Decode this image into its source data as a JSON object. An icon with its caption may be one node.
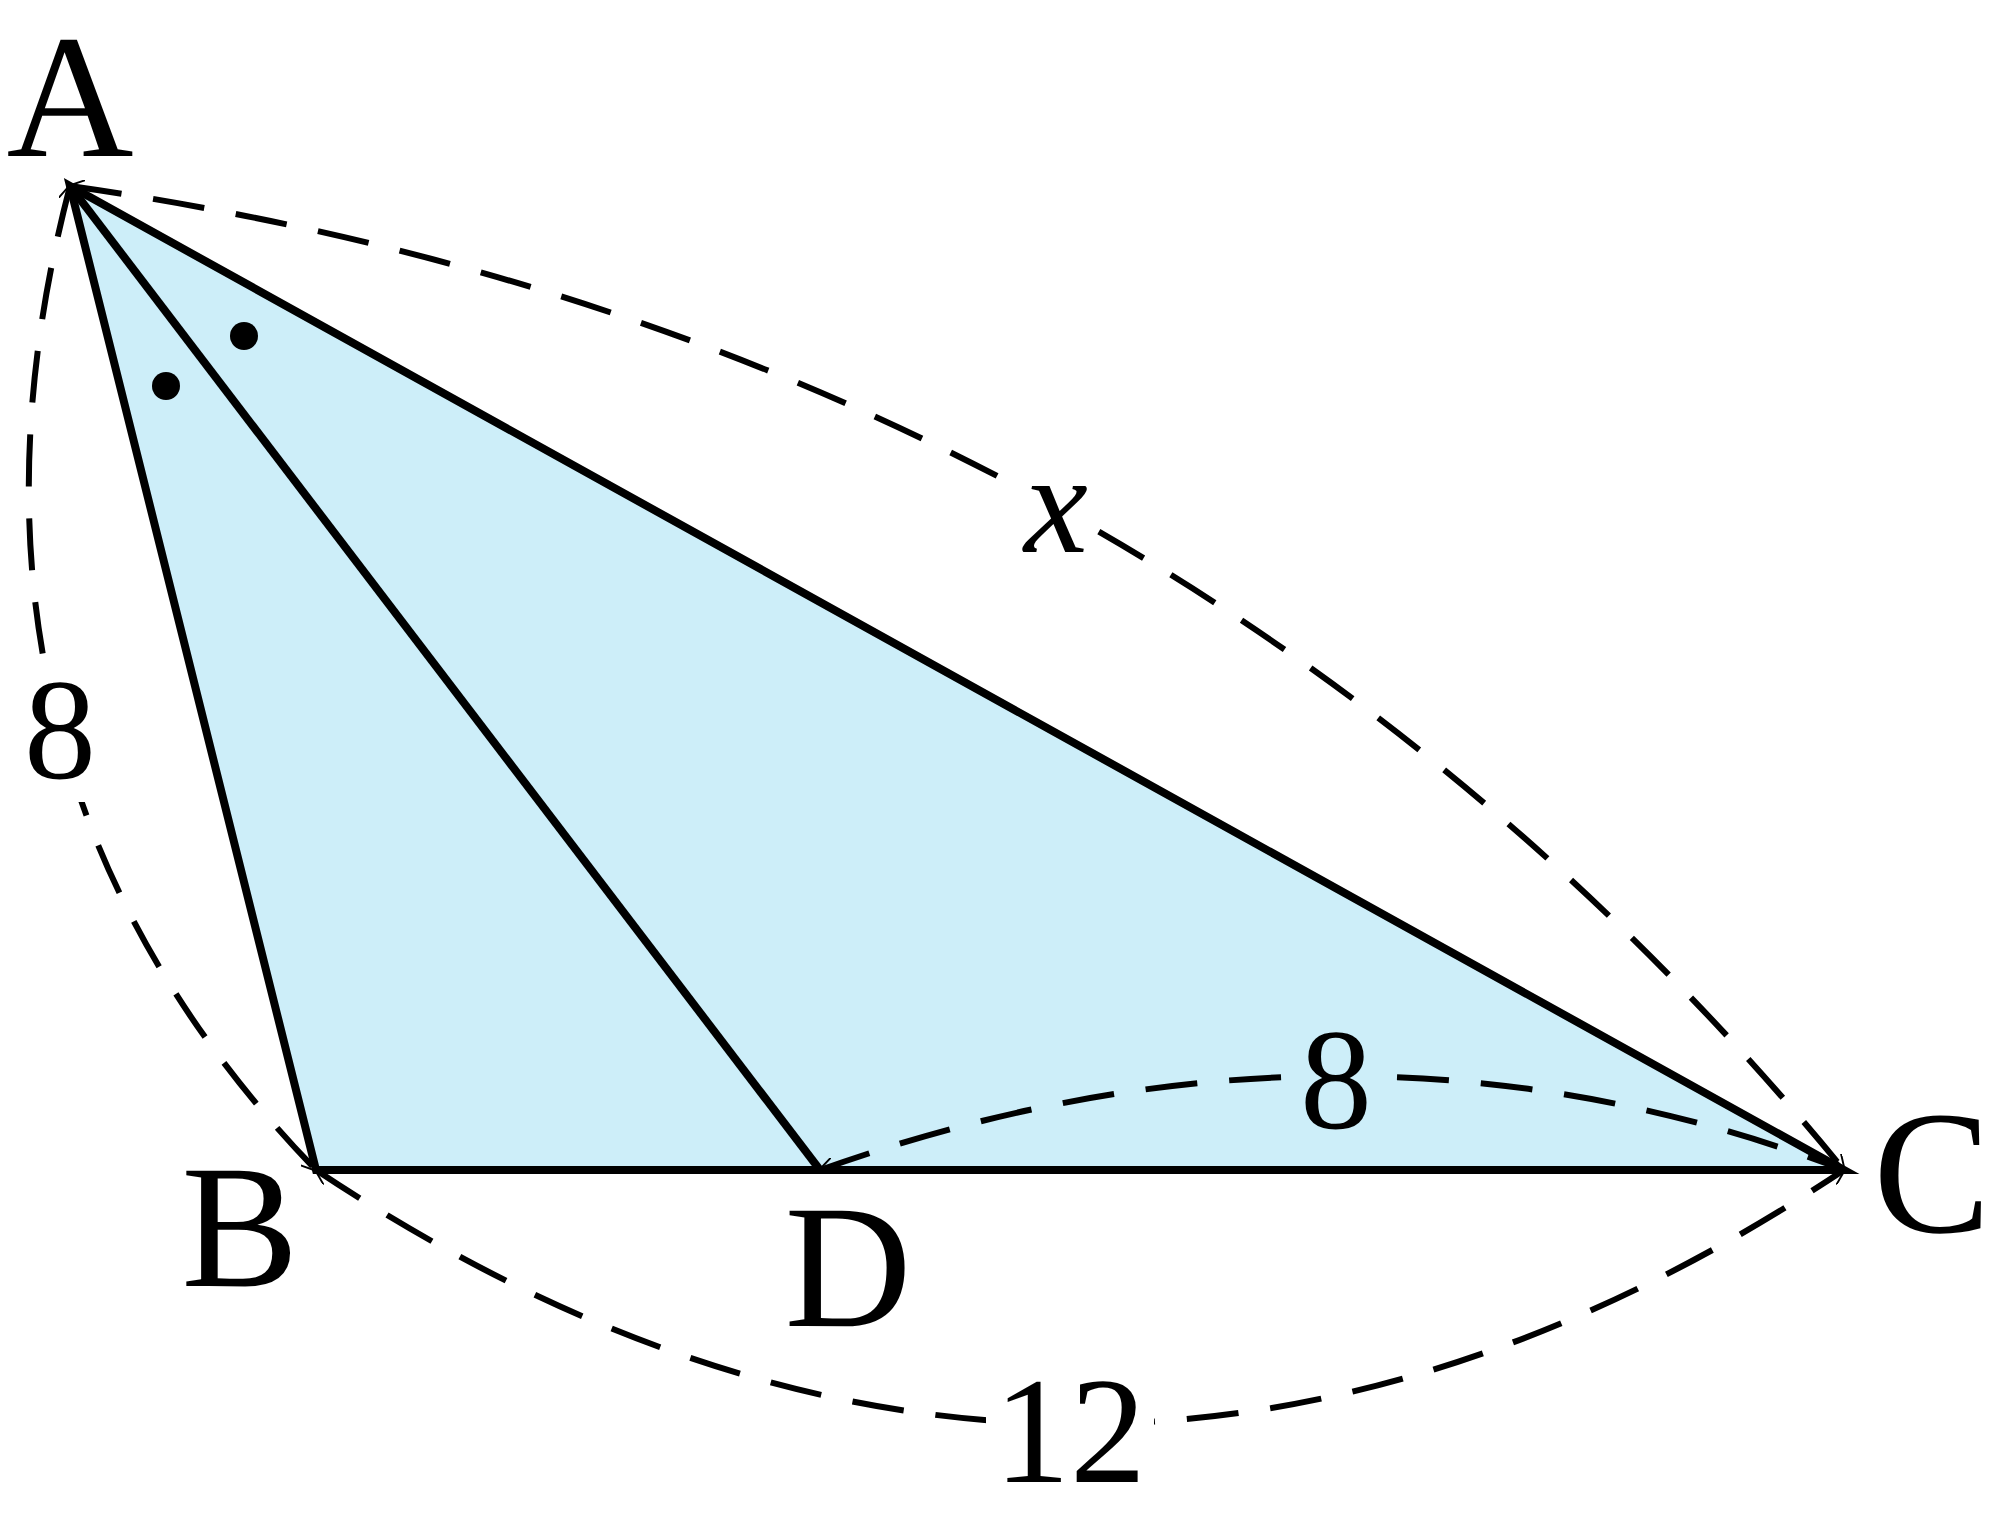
{
  "diagram": {
    "labels": [
      "A",
      "x",
      "8",
      "8",
      "C",
      "B",
      "D",
      "12"
    ]
  }
}
